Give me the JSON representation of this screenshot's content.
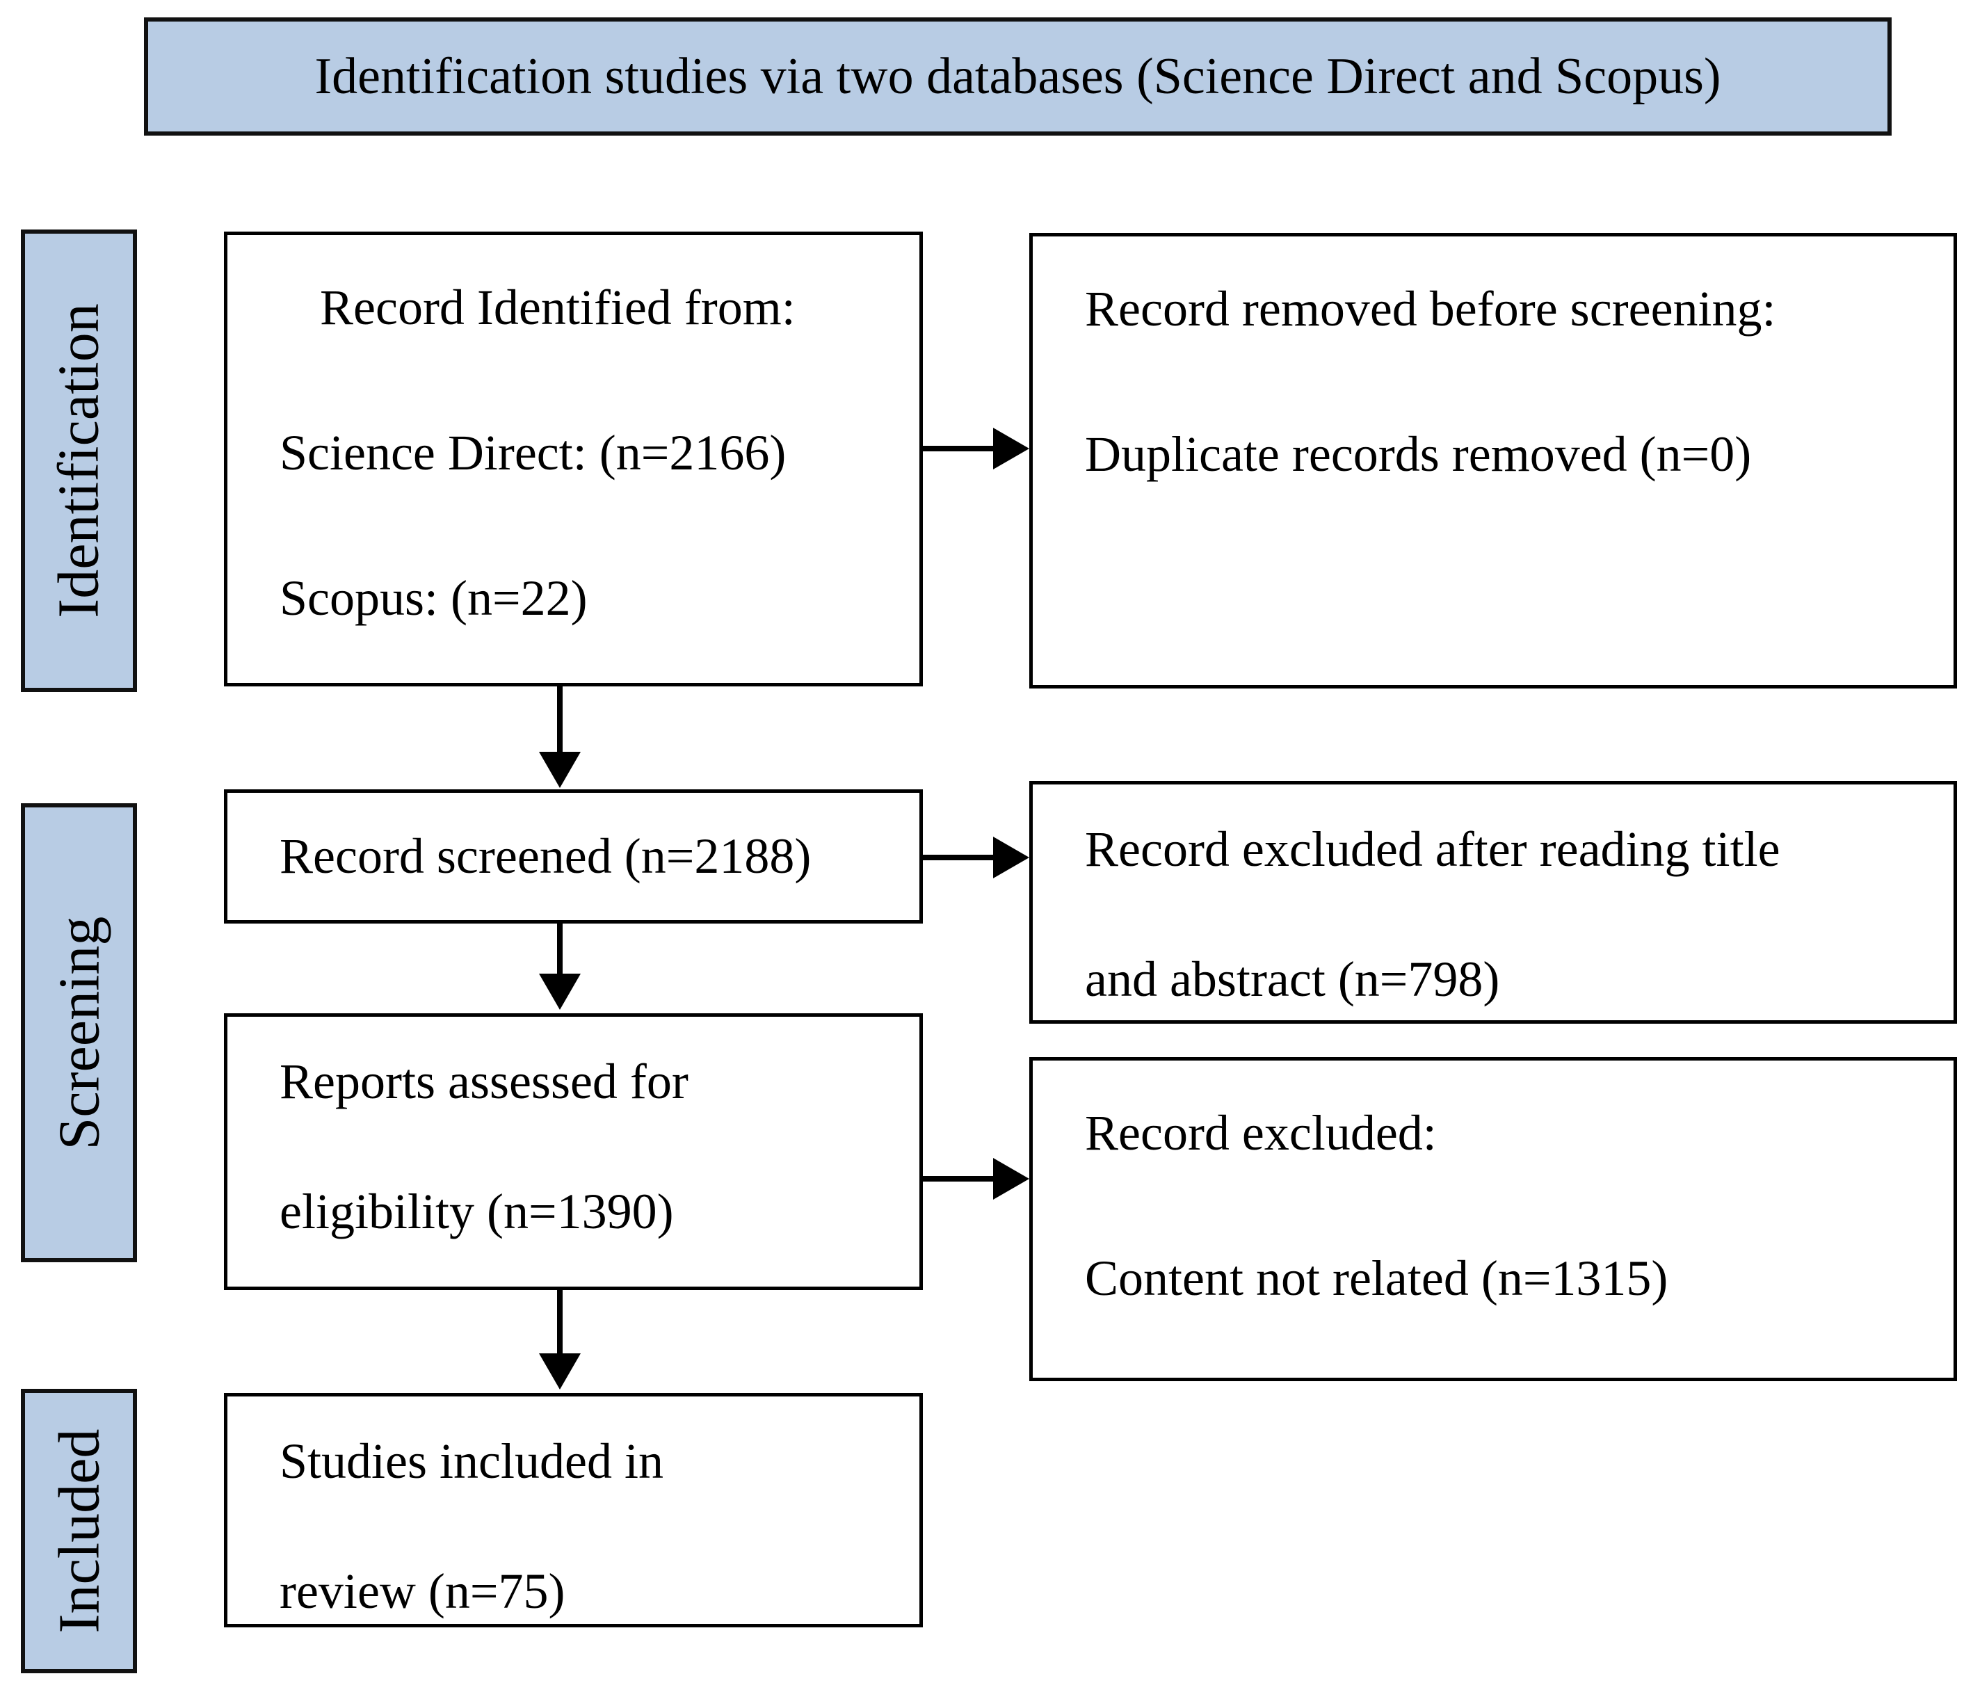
{
  "title": "Identification studies via two databases (Science Direct and Scopus)",
  "stages": [
    {
      "label": "Identification"
    },
    {
      "label": "Screening"
    },
    {
      "label": "Included"
    }
  ],
  "boxes": {
    "identified": {
      "lines": [
        "Record Identified from:",
        "Science Direct: (n=2166)",
        "Scopus: (n=22)"
      ]
    },
    "removed_before_screening": {
      "lines": [
        "Record removed before screening:",
        "Duplicate records removed (n=0)"
      ]
    },
    "screened": {
      "lines": [
        "Record screened (n=2188)"
      ]
    },
    "excluded_after_reading": {
      "lines": [
        "Record excluded after reading title",
        "and abstract (n=798)"
      ]
    },
    "assessed": {
      "lines": [
        "Reports assessed for",
        "eligibility (n=1390)"
      ]
    },
    "excluded_content": {
      "lines": [
        "Record excluded:",
        "Content not related (n=1315)"
      ]
    },
    "included_review": {
      "lines": [
        "Studies included in",
        "review (n=75)"
      ]
    }
  },
  "colors": {
    "stage_fill": "#b8cce4",
    "box_fill": "#ffffff",
    "border": "#000000",
    "background": "#ffffff"
  }
}
